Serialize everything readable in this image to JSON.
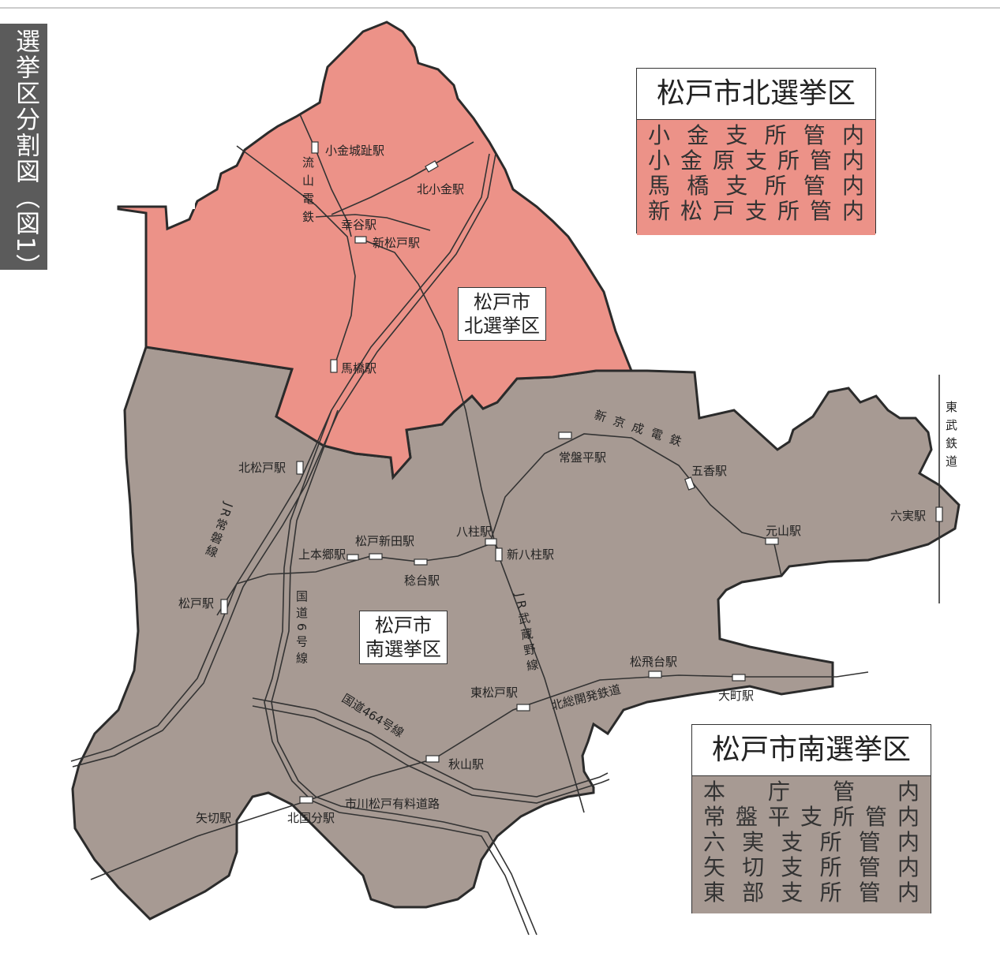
{
  "figure_title": "選挙区分割図（図1）",
  "north_legend": {
    "title": "松戸市北選挙区",
    "rows": [
      "小金支所管内",
      "小金原支所管内",
      "馬橋支所管内",
      "新松戸支所管内"
    ]
  },
  "south_legend": {
    "title": "松戸市南選挙区",
    "rows": [
      "本庁管内",
      "常盤平支所管内",
      "六実支所管内",
      "矢切支所管内",
      "東部支所管内"
    ]
  },
  "district_labels": {
    "north": [
      "松戸市",
      "北選挙区"
    ],
    "south": [
      "松戸市",
      "南選挙区"
    ]
  },
  "stations": {
    "kogane_joshi": "小金城趾駅",
    "kita_kogane": "北小金駅",
    "kouya": "幸谷駅",
    "shin_matsudo": "新松戸駅",
    "mabashi": "馬橋駅",
    "kita_matsudo": "北松戸駅",
    "tokiwadaira": "常盤平駅",
    "goko": "五香駅",
    "motoyama": "元山駅",
    "mutsumi": "六実駅",
    "yabashira": "八柱駅",
    "shin_yabashira": "新八柱駅",
    "matsudo_shinden": "松戸新田駅",
    "kami_hongo": "上本郷駅",
    "minoridai": "稔台駅",
    "matsudo": "松戸駅",
    "higashi_matsudo": "東松戸駅",
    "matsuhidai": "松飛台駅",
    "omachi": "大町駅",
    "akiyama": "秋山駅",
    "yagiri": "矢切駅",
    "kita_kokubun": "北国分駅"
  },
  "lines": {
    "nagareyama": "流山電鉄",
    "shin_keisei": "新京成電鉄",
    "tobu": "東武鉄道",
    "joban": "JR常磐線",
    "musashino": "JR武蔵野線",
    "route6": "国道6号線",
    "route464": "国道464号線",
    "hokuso": "北総開発鉄道",
    "toll_road": "市川松戸有料道路"
  },
  "colors": {
    "north_fill": "#ec9288",
    "south_fill": "#a79a93",
    "border": "#2b2b2b",
    "line": "#333333"
  }
}
